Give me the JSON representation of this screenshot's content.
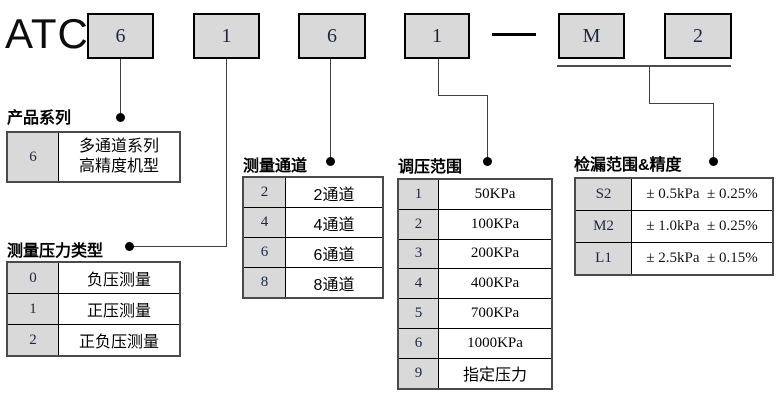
{
  "brand": "ATC",
  "model_code": {
    "boxes": [
      "6",
      "1",
      "6",
      "1",
      "M",
      "2"
    ],
    "separator": "—"
  },
  "sections": {
    "series": {
      "title": "产品系列",
      "rows": [
        {
          "code": "6",
          "desc_line1": "多通道系列",
          "desc_line2": "高精度机型"
        }
      ]
    },
    "pressure_type": {
      "title": "测量压力类型",
      "rows": [
        {
          "code": "0",
          "desc": "负压测量"
        },
        {
          "code": "1",
          "desc": "正压测量"
        },
        {
          "code": "2",
          "desc": "正负压测量"
        }
      ]
    },
    "channels": {
      "title": "测量通道",
      "rows": [
        {
          "code": "2",
          "desc": "2通道"
        },
        {
          "code": "4",
          "desc": "4通道"
        },
        {
          "code": "6",
          "desc": "6通道"
        },
        {
          "code": "8",
          "desc": "8通道"
        }
      ]
    },
    "pressure_range": {
      "title": "调压范围",
      "rows": [
        {
          "code": "1",
          "desc": "50KPa"
        },
        {
          "code": "2",
          "desc": "100KPa"
        },
        {
          "code": "3",
          "desc": "200KPa"
        },
        {
          "code": "4",
          "desc": "400KPa"
        },
        {
          "code": "5",
          "desc": "700KPa"
        },
        {
          "code": "6",
          "desc": "1000KPa"
        },
        {
          "code": "9",
          "desc": "指定压力"
        }
      ]
    },
    "leak_range": {
      "title": "检漏范围&精度",
      "rows": [
        {
          "code": "S2",
          "desc": "± 0.5kPa  ± 0.25%"
        },
        {
          "code": "M2",
          "desc": "± 1.0kPa  ± 0.25%"
        },
        {
          "code": "L1",
          "desc": "± 2.5kPa  ± 0.15%"
        }
      ]
    }
  },
  "colors": {
    "box_fill": "#d9d9d9",
    "box_border": "#000000",
    "code_cell_fill": "#d9d9d9",
    "digit_color": "#1a2744",
    "line_color": "#404040"
  }
}
